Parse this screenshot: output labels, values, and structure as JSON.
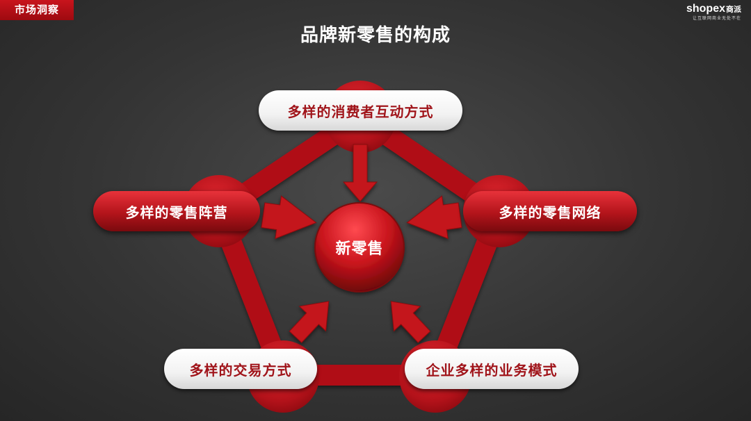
{
  "header": {
    "section_tag": "市场洞察",
    "logo_text": "shopex",
    "logo_cn": "商派",
    "logo_tagline": "让互联网商业无处不在"
  },
  "title": "品牌新零售的构成",
  "center": "新零售",
  "nodes": {
    "top": "多样的消费者互动方式",
    "left": "多样的零售阵营",
    "right": "多样的零售网络",
    "bottom_left": "多样的交易方式",
    "bottom_right": "企业多样的业务模式"
  },
  "colors": {
    "accent": "#c8141c",
    "dark_red": "#8a0a10",
    "background": "#343434"
  }
}
